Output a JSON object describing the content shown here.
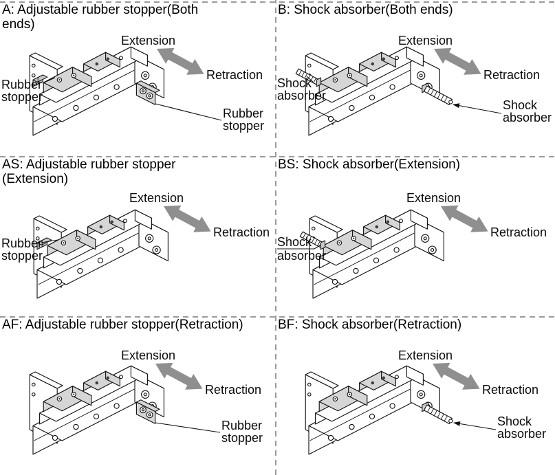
{
  "colors": {
    "line": "#111111",
    "motion_arrow_gray": "#8f8f8f",
    "block_fill_gray": "#d6d6d6",
    "divider_gray": "#9a9a9a"
  },
  "panels": [
    {
      "id": "A",
      "title_lines": [
        "A: Adjustable rubber stopper(Both",
        "ends)"
      ],
      "extension_label": "Extension",
      "retraction_label": "Retraction",
      "part_labels": {
        "left": [
          "Rubber",
          "stopper"
        ],
        "right": [
          "Rubber",
          "stopper"
        ]
      }
    },
    {
      "id": "B",
      "title_lines": [
        "B: Shock absorber(Both ends)"
      ],
      "extension_label": "Extension",
      "retraction_label": "Retraction",
      "part_labels": {
        "left": [
          "Shock",
          "absorber"
        ],
        "right": [
          "Shock",
          "absorber"
        ]
      }
    },
    {
      "id": "AS",
      "title_lines": [
        "AS: Adjustable rubber stopper",
        "(Extension)"
      ],
      "extension_label": "Extension",
      "retraction_label": "Retraction",
      "part_labels": {
        "left": [
          "Rubber",
          "stopper"
        ]
      }
    },
    {
      "id": "BS",
      "title_lines": [
        "BS: Shock absorber(Extension)"
      ],
      "extension_label": "Extension",
      "retraction_label": "Retraction",
      "part_labels": {
        "left": [
          "Shock",
          "absorber"
        ]
      }
    },
    {
      "id": "AF",
      "title_lines": [
        "AF: Adjustable rubber stopper(Retraction)"
      ],
      "extension_label": "Extension",
      "retraction_label": "Retraction",
      "part_labels": {
        "right": [
          "Rubber",
          "stopper"
        ]
      }
    },
    {
      "id": "BF",
      "title_lines": [
        "BF: Shock absorber(Retraction)"
      ],
      "extension_label": "Extension",
      "retraction_label": "Retraction",
      "part_labels": {
        "right": [
          "Shock",
          "absorber"
        ]
      }
    }
  ]
}
